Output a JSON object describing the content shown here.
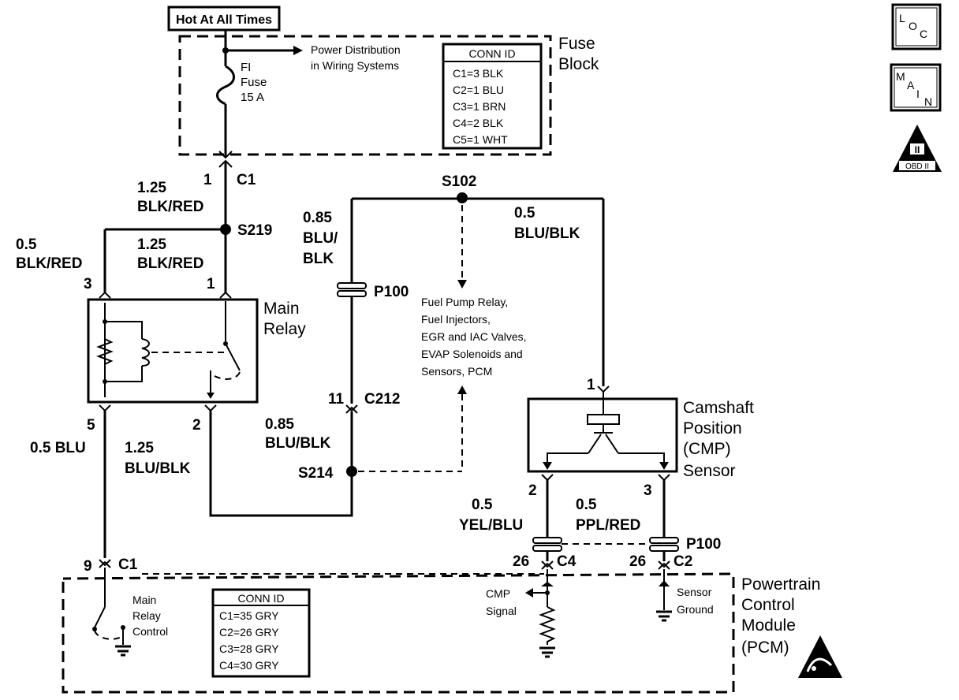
{
  "header": {
    "hot_label": "Hot At All Times"
  },
  "fuse_block": {
    "title_line1": "Fuse",
    "title_line2": "Block",
    "fuse_name": "FI",
    "fuse_word": "Fuse",
    "fuse_rating": "15 A",
    "power_dist_line1": "Power Distribution",
    "power_dist_line2": "in Wiring Systems",
    "conn_title": "CONN ID",
    "conn_rows": [
      "C1=3 BLK",
      "C2=1 BLU",
      "C3=1 BRN",
      "C4=2 BLK",
      "C5=1 WHT"
    ]
  },
  "nav_icons": [
    {
      "name": "loc-icon",
      "letters": [
        "L",
        "O",
        "C"
      ]
    },
    {
      "name": "main-icon",
      "letters": [
        "M",
        "A",
        "I",
        "N"
      ]
    },
    {
      "name": "obd-ii-icon",
      "letters": [
        "II",
        "OBD II"
      ]
    }
  ],
  "wires": {
    "c1_pin": "1",
    "c1_label": "C1",
    "w1_gauge": "1.25",
    "w1_color": "BLK/RED",
    "s219": "S219",
    "w2_gauge": "0.5",
    "w2_color": "BLK/RED",
    "w3_gauge": "1.25",
    "w3_color": "BLK/RED",
    "relay_pin3": "3",
    "relay_pin1": "1",
    "relay_pin5": "5",
    "relay_pin2": "2",
    "w5": "0.5 BLU",
    "w6_gauge": "1.25",
    "w6_color": "BLU/BLK",
    "s102": "S102",
    "w7_gauge": "0.85",
    "w7_color1": "BLU/",
    "w7_color2": "BLK",
    "w8_gauge": "0.5",
    "w8_color": "BLU/BLK",
    "p100_left": "P100",
    "c212_pin": "11",
    "c212_label": "C212",
    "w9_gauge": "0.85",
    "w9_color": "BLU/BLK",
    "s214": "S214",
    "feed_lines": [
      "Fuel Pump Relay,",
      "Fuel Injectors,",
      "EGR and IAC Valves,",
      "EVAP Solenoids and",
      "Sensors, PCM"
    ],
    "cmp_pin1": "1",
    "cmp_pin2": "2",
    "cmp_pin3": "3",
    "w10_gauge": "0.5",
    "w10_color": "YEL/BLU",
    "w11_gauge": "0.5",
    "w11_color": "PPL/RED",
    "p100_right": "P100",
    "c4_pin": "26",
    "c4_label": "C4",
    "c2_pin": "26",
    "c2_label": "C2",
    "c1b_pin": "9",
    "c1b_label": "C1"
  },
  "main_relay": {
    "line1": "Main",
    "line2": "Relay"
  },
  "cmp_sensor": {
    "lines": [
      "Camshaft",
      "Position",
      "(CMP)",
      "Sensor"
    ]
  },
  "pcm": {
    "title_lines": [
      "Powertrain",
      "Control",
      "Module",
      "(PCM)"
    ],
    "relay_ctrl_lines": [
      "Main",
      "Relay",
      "Control"
    ],
    "cmp_signal_lines": [
      "CMP",
      "Signal"
    ],
    "sensor_ground_lines": [
      "Sensor",
      "Ground"
    ],
    "conn_title": "CONN ID",
    "conn_rows": [
      "C1=35 GRY",
      "C2=26 GRY",
      "C3=28 GRY",
      "C4=30 GRY"
    ]
  }
}
